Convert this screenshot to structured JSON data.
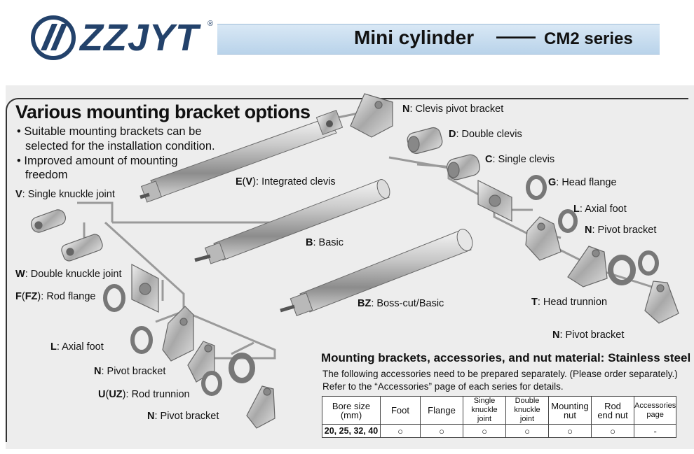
{
  "header": {
    "brand": "ZZJYT",
    "reg_mark": "®",
    "title": "Mini cylinder",
    "dash": "——",
    "series": "CM2 series"
  },
  "colors": {
    "brand": "#23426b",
    "band": "#c8ddef",
    "panel": "#ededed"
  },
  "heading": "Various mounting bracket options",
  "bullets": [
    "• Suitable mounting brackets can be",
    "selected for the installation condition.",
    "• Improved amount of mounting",
    "freedom"
  ],
  "labels": {
    "n_clevis_pivot": {
      "code": "N",
      "text": ": Clevis pivot bracket"
    },
    "d_double_clevis": {
      "code": "D",
      "text": ": Double clevis"
    },
    "c_single_clevis": {
      "code": "C",
      "text": ": Single clevis"
    },
    "g_head_flange": {
      "code": "G",
      "text": ": Head flange"
    },
    "l_axial_foot_r": {
      "code": "L",
      "text": ": Axial foot"
    },
    "n_pivot_r1": {
      "code": "N",
      "text": ": Pivot bracket"
    },
    "t_head_trunnion": {
      "code": "T",
      "text": ": Head trunnion"
    },
    "n_pivot_r2": {
      "code": "N",
      "text": ": Pivot bracket"
    },
    "ev_integrated": {
      "code": "E",
      "paren": "(",
      "code2": "V",
      "close": ")",
      "text": ": Integrated clevis"
    },
    "b_basic": {
      "code": "B",
      "text": ": Basic"
    },
    "bz_boss": {
      "code": "BZ",
      "text": ": Boss-cut/Basic"
    },
    "v_single_knuckle": {
      "code": "V",
      "text": ": Single knuckle joint"
    },
    "w_double_knuckle": {
      "code": "W",
      "text": ": Double knuckle joint"
    },
    "f_rod_flange": {
      "code": "F",
      "paren": "(",
      "code2": "FZ",
      "close": ")",
      "text": ": Rod flange"
    },
    "l_axial_foot_l": {
      "code": "L",
      "text": ": Axial foot"
    },
    "n_pivot_l1": {
      "code": "N",
      "text": ": Pivot bracket"
    },
    "u_rod_trunnion": {
      "code": "U",
      "paren": "(",
      "code2": "UZ",
      "close": ")",
      "text": ": Rod trunnion"
    },
    "n_pivot_l2": {
      "code": "N",
      "text": ": Pivot bracket"
    }
  },
  "materials": {
    "title": "Mounting brackets, accessories, and nut material: Stainless steel",
    "note1": "The following accessories need to be prepared separately. (Please order separately.)",
    "note2": "Refer to the “Accessories” page of each series for details."
  },
  "table": {
    "headers": [
      {
        "l1": "Bore size",
        "l2": "(mm)"
      },
      {
        "l1": "Foot",
        "l2": ""
      },
      {
        "l1": "Flange",
        "l2": ""
      },
      {
        "l1": "Single",
        "l2": "knuckle joint"
      },
      {
        "l1": "Double",
        "l2": "knuckle joint"
      },
      {
        "l1": "Mounting",
        "l2": "nut"
      },
      {
        "l1": "Rod",
        "l2": "end nut"
      },
      {
        "l1": "Accessories",
        "l2": "page"
      }
    ],
    "row": {
      "bore": "20, 25, 32, 40",
      "marks": [
        "○",
        "○",
        "○",
        "○",
        "○",
        "○"
      ],
      "page": "-"
    }
  }
}
